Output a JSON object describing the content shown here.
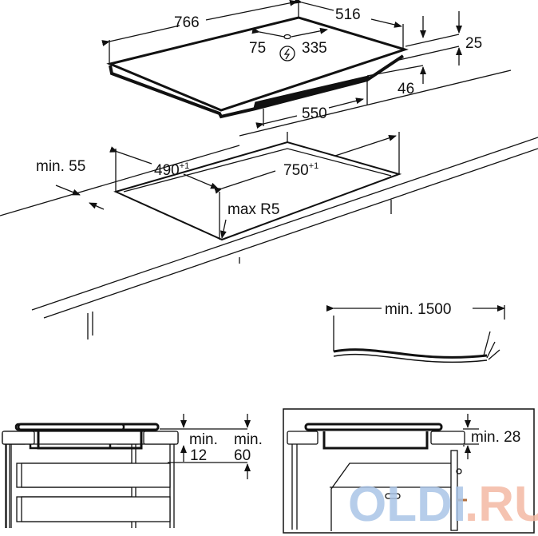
{
  "hob": {
    "width": "766",
    "depth": "516",
    "conn_left": "75",
    "conn_right": "335",
    "thickness": "25",
    "box_height": "46",
    "box_width": "550",
    "power_icon": "lightning-bolt-circle"
  },
  "cutout": {
    "edge_distance": "min. 55",
    "depth": "490",
    "depth_tol": "+1",
    "width": "750",
    "width_tol": "+1",
    "radius": "max R5"
  },
  "cable": {
    "length": "min. 1500"
  },
  "side_view_drawers": {
    "gap_min_label": "min.",
    "gap_min_value": "12",
    "gap2_min_label": "min.",
    "gap2_min_value": "60"
  },
  "side_view_oven": {
    "gap": "min. 28"
  },
  "watermark": {
    "text1": "OLDI",
    "text2": ".RU",
    "color1": "#a9c4e6",
    "color2": "#f3b9a3"
  }
}
